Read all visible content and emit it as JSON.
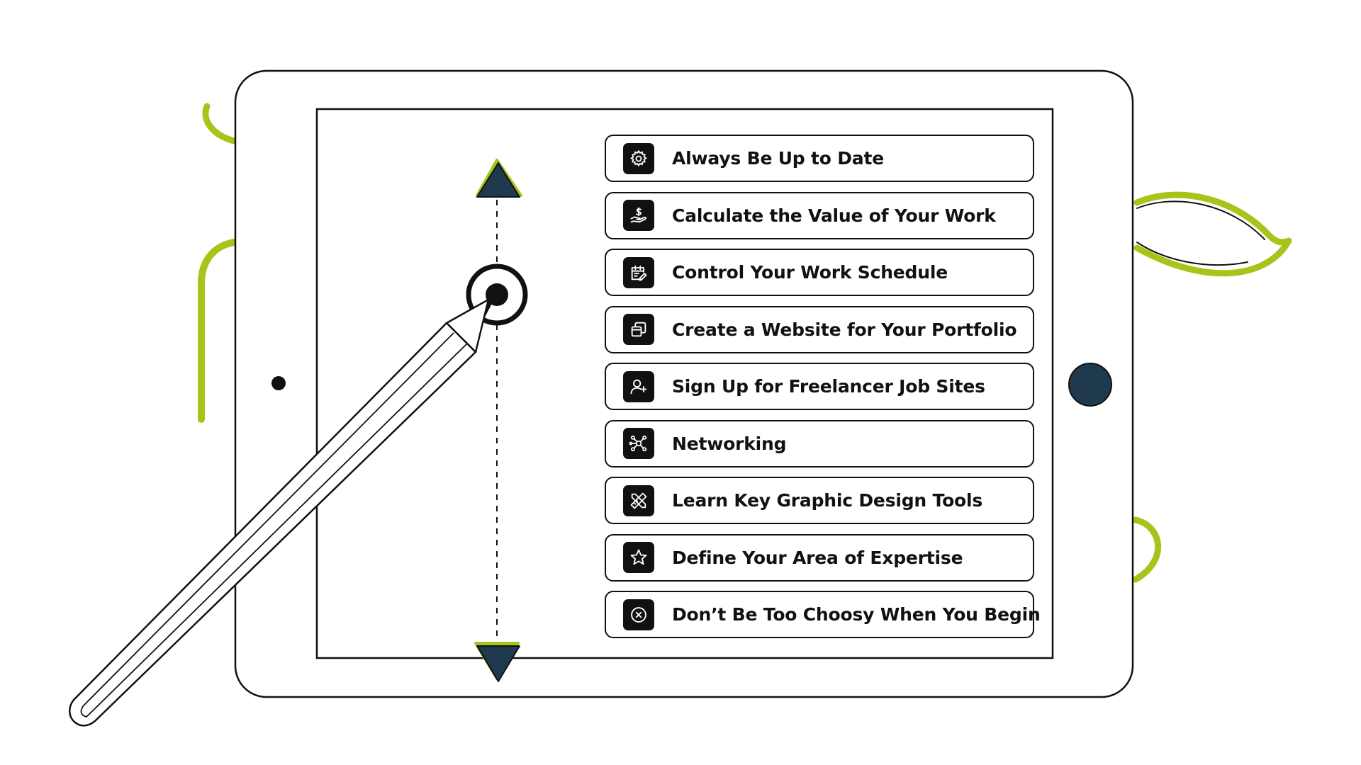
{
  "colors": {
    "accent": "#a7c41a",
    "navy": "#1f3a4d",
    "ink": "#111111"
  },
  "tips": [
    {
      "label": "Always Be Up to Date",
      "icon": "gear-icon"
    },
    {
      "label": "Calculate the Value of Your Work",
      "icon": "dollar-hand-icon"
    },
    {
      "label": "Control Your Work Schedule",
      "icon": "calendar-edit-icon"
    },
    {
      "label": "Create a Website for Your Portfolio",
      "icon": "windows-icon"
    },
    {
      "label": "Sign Up for Freelancer Job Sites",
      "icon": "add-user-icon"
    },
    {
      "label": "Networking",
      "icon": "network-icon"
    },
    {
      "label": "Learn Key Graphic Design Tools",
      "icon": "pencil-ruler-icon"
    },
    {
      "label": "Define Your Area of Expertise",
      "icon": "star-icon"
    },
    {
      "label": "Don’t Be Too Choosy When You Begin",
      "icon": "close-circle-icon"
    }
  ]
}
